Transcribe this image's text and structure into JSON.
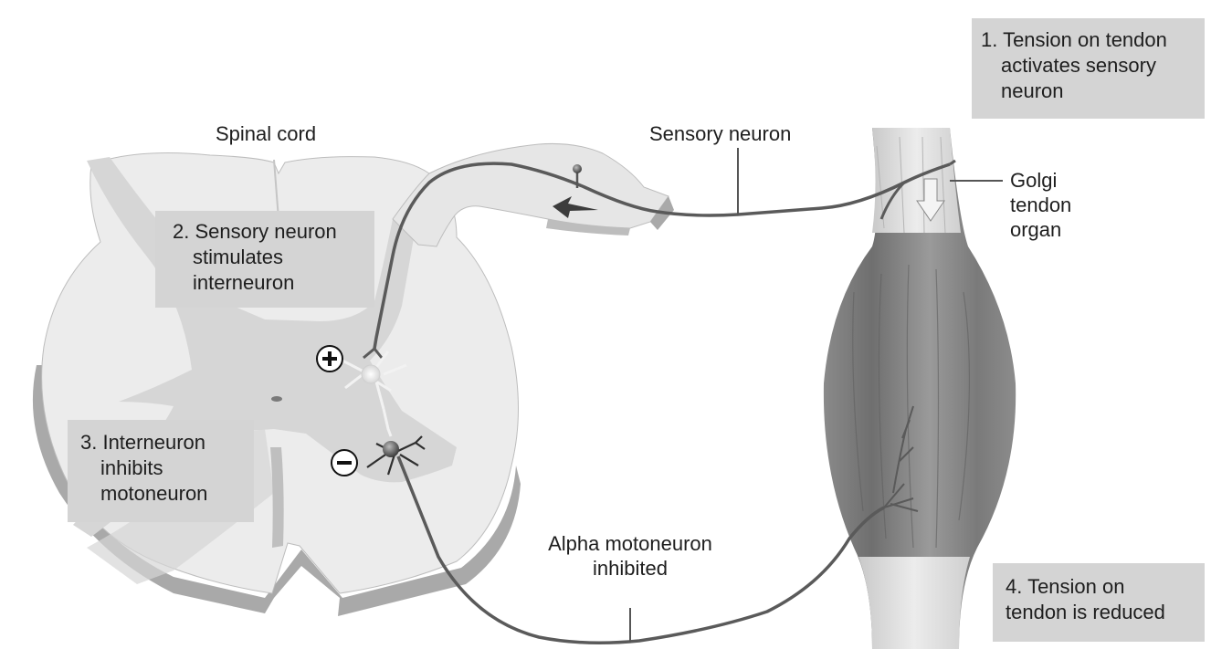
{
  "labels": {
    "spinal_cord": "Spinal cord",
    "sensory_neuron": "Sensory neuron",
    "golgi_tendon_organ": [
      "Golgi",
      "tendon",
      "organ"
    ],
    "alpha_motoneuron": [
      "Alpha motoneuron",
      "inhibited"
    ]
  },
  "steps": [
    {
      "lines": [
        "1. Tension on tendon",
        "activates sensory",
        "neuron"
      ]
    },
    {
      "lines": [
        "2. Sensory neuron",
        "stimulates",
        "interneuron"
      ]
    },
    {
      "lines": [
        "3. Interneuron",
        "inhibits",
        "motoneuron"
      ]
    },
    {
      "lines": [
        "4. Tension on",
        "tendon is reduced"
      ]
    }
  ],
  "synapse_signs": {
    "excitatory": "+",
    "inhibitory": "−"
  }
}
